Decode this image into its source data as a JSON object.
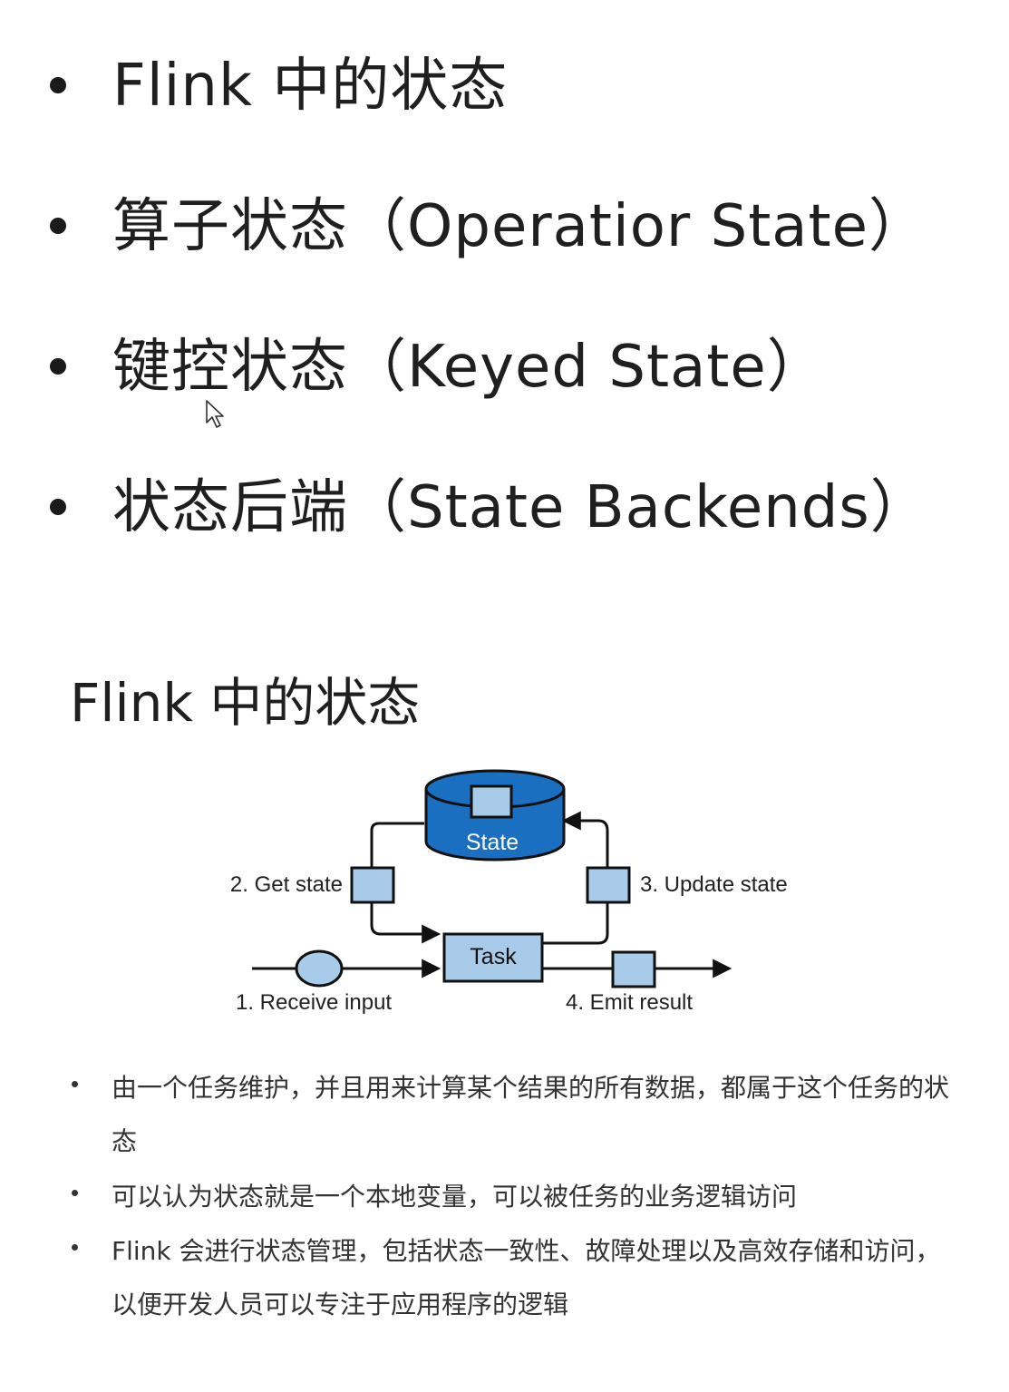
{
  "top_bullets": [
    {
      "text": "Flink 中的状态"
    },
    {
      "text": "算子状态（Operatior State）"
    },
    {
      "text": "键控状态（Keyed State）"
    },
    {
      "text": "状态后端（State Backends）"
    }
  ],
  "section": {
    "title": "Flink 中的状态"
  },
  "diagram": {
    "state_label": "State",
    "task_label": "Task",
    "step1": "1. Receive input",
    "step2": "2. Get state",
    "step3": "3. Update state",
    "step4": "4. Emit result",
    "colors": {
      "state_fill": "#1a6fc0",
      "box_fill": "#a8cbea",
      "line": "#111111"
    }
  },
  "bullets": [
    {
      "text": "由一个任务维护，并且用来计算某个结果的所有数据，都属于这个任务的状态"
    },
    {
      "text": "可以认为状态就是一个本地变量，可以被任务的业务逻辑访问"
    },
    {
      "text": "Flink 会进行状态管理，包括状态一致性、故障处理以及高效存储和访问，以便开发人员可以专注于应用程序的逻辑"
    }
  ]
}
